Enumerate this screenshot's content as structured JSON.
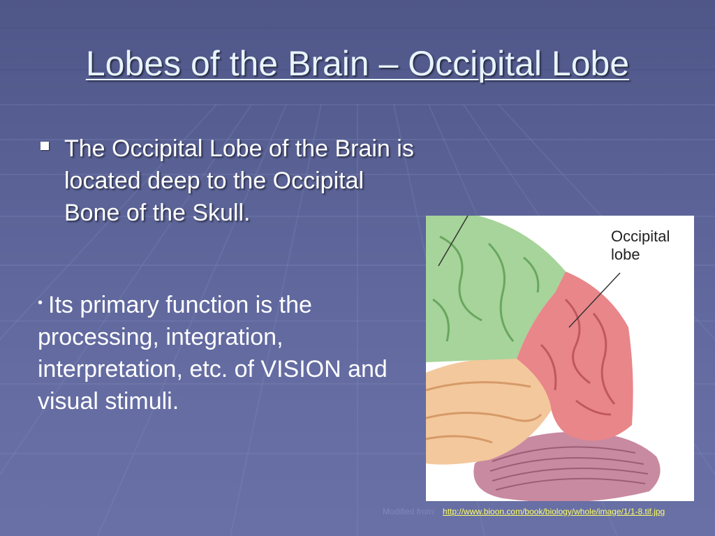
{
  "slide": {
    "title": "Lobes of the Brain – Occipital Lobe",
    "bullet": "The Occipital Lobe of the Brain is located deep to the Occipital Bone of the Skull.",
    "sub_bullet_marker": "•",
    "sub_bullet": "Its primary function is the processing, integration, interpretation, etc. of VISION and visual stimuli."
  },
  "figure": {
    "label_line1": "Occipital",
    "label_line2": "lobe"
  },
  "credit": {
    "prefix": "Modified from:",
    "link": "http://www.bioon.com/book/biology/whole/image/1/1-8.tif.jpg"
  },
  "colors": {
    "background": "#5a6296",
    "title": "#e8f4ff",
    "body_text": "#ffffff",
    "link": "#ffff66",
    "occipital_lobe": "#e8868a",
    "parietal_lobe": "#a6d49a",
    "temporal_lobe": "#f3c89c",
    "cerebellum": "#c88aa0"
  }
}
